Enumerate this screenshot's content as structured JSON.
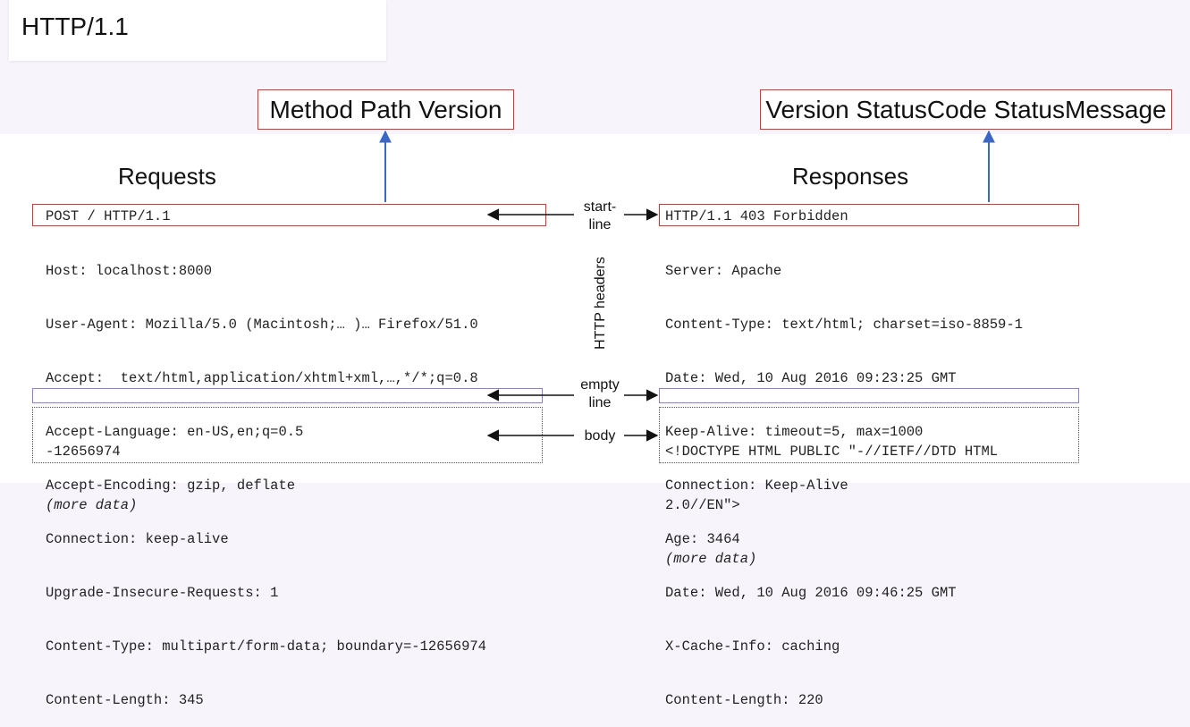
{
  "slide": {
    "title": "HTTP/1.1"
  },
  "callouts": {
    "request_start": "Method Path Version",
    "response_start": "Version StatusCode StatusMessage"
  },
  "requests": {
    "heading": "Requests",
    "start_line": "POST / HTTP/1.1",
    "headers": [
      "Host: localhost:8000",
      "User-Agent: Mozilla/5.0 (Macintosh;… )… Firefox/51.0",
      "Accept:  text/html,application/xhtml+xml,…,*/*;q=0.8",
      "Accept-Language: en-US,en;q=0.5",
      "Accept-Encoding: gzip, deflate",
      "Connection: keep-alive",
      "Upgrade-Insecure-Requests: 1",
      "Content-Type: multipart/form-data; boundary=-12656974",
      "Content-Length: 345"
    ],
    "body": [
      "-12656974",
      "(more data)"
    ]
  },
  "responses": {
    "heading": "Responses",
    "start_line": "HTTP/1.1 403 Forbidden",
    "headers": [
      "Server: Apache",
      "Content-Type: text/html; charset=iso-8859-1",
      "Date: Wed, 10 Aug 2016 09:23:25 GMT",
      "Keep-Alive: timeout=5, max=1000",
      "Connection: Keep-Alive",
      "Age: 3464",
      "Date: Wed, 10 Aug 2016 09:46:25 GMT",
      "X-Cache-Info: caching",
      "Content-Length: 220"
    ],
    "body": [
      "<!DOCTYPE HTML PUBLIC \"-//IETF//DTD HTML",
      "2.0//EN\">",
      "(more data)"
    ]
  },
  "labels": {
    "start_line_1": "start-",
    "start_line_2": "line",
    "http_headers": "HTTP headers",
    "empty_line_1": "empty",
    "empty_line_2": "line",
    "body": "body"
  },
  "colors": {
    "callout_border": "#e03030",
    "empty_line_border": "#8a7fd6",
    "arrow_blue": "#3a66c4"
  }
}
